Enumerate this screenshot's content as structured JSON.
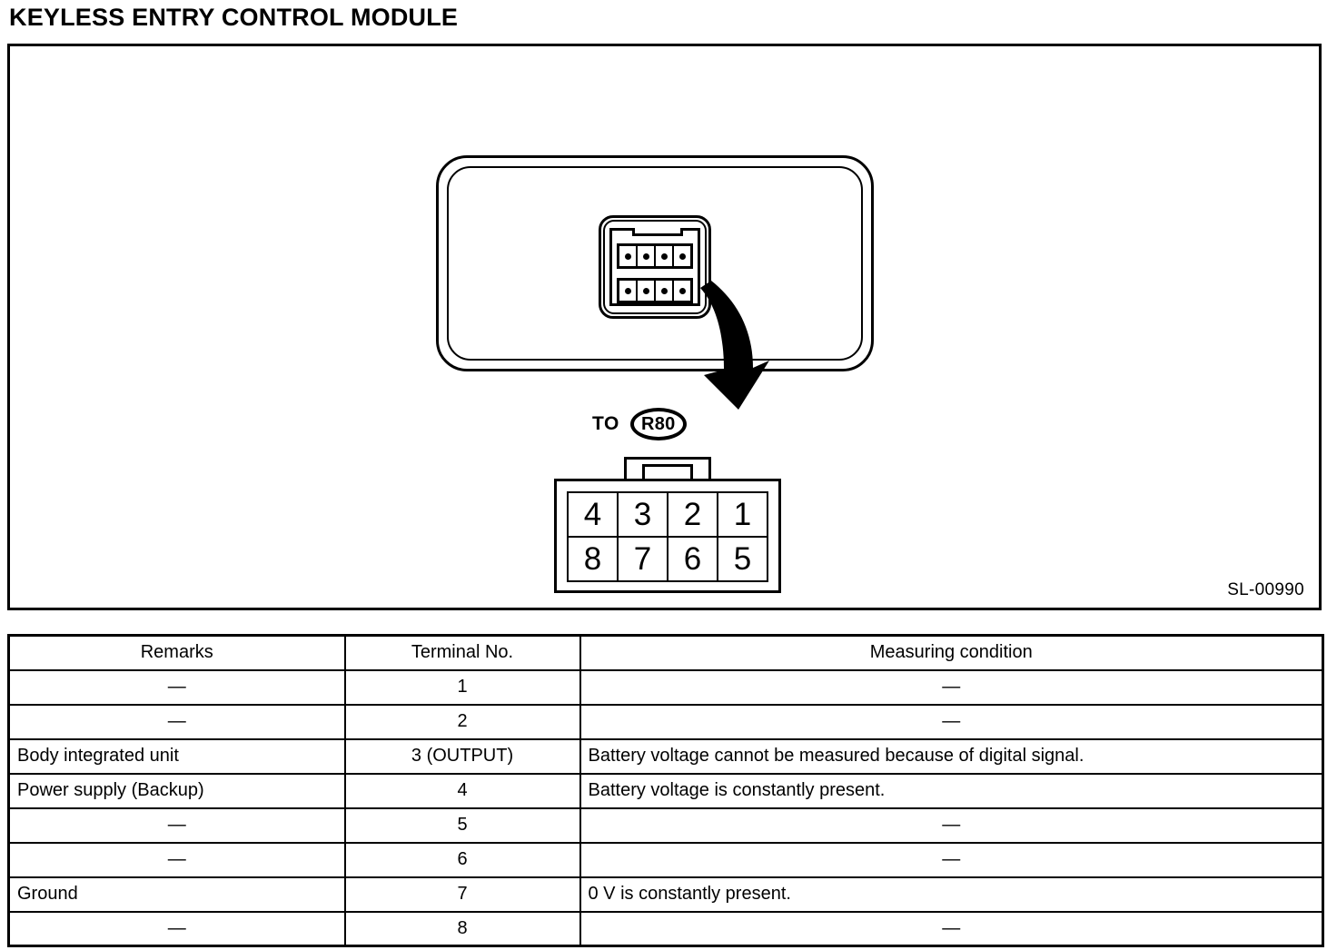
{
  "page": {
    "title": "KEYLESS ENTRY CONTROL MODULE",
    "figure_code": "SL-00990"
  },
  "figure": {
    "module": {
      "connector_pin_count": 8,
      "connector_rows": 2,
      "connector_columns": 4
    },
    "reference": {
      "to_word": "TO",
      "ref_code": "R80"
    },
    "pinout": {
      "rows": [
        [
          "4",
          "3",
          "2",
          "1"
        ],
        [
          "8",
          "7",
          "6",
          "5"
        ]
      ]
    }
  },
  "table": {
    "headers": {
      "remarks": "Remarks",
      "terminal_no": "Terminal No.",
      "measuring_condition": "Measuring condition"
    },
    "rows": [
      {
        "remarks": "—",
        "terminal": "1",
        "condition": "—",
        "remarks_align": "center",
        "condition_align": "center"
      },
      {
        "remarks": "—",
        "terminal": "2",
        "condition": "—",
        "remarks_align": "center",
        "condition_align": "center"
      },
      {
        "remarks": "Body integrated unit",
        "terminal": "3 (OUTPUT)",
        "condition": "Battery voltage cannot be measured because of digital signal.",
        "remarks_align": "left",
        "condition_align": "left"
      },
      {
        "remarks": "Power supply (Backup)",
        "terminal": "4",
        "condition": "Battery voltage is constantly present.",
        "remarks_align": "left",
        "condition_align": "left"
      },
      {
        "remarks": "—",
        "terminal": "5",
        "condition": "—",
        "remarks_align": "center",
        "condition_align": "center"
      },
      {
        "remarks": "—",
        "terminal": "6",
        "condition": "—",
        "remarks_align": "center",
        "condition_align": "center"
      },
      {
        "remarks": "Ground",
        "terminal": "7",
        "condition": "0 V is constantly present.",
        "remarks_align": "left",
        "condition_align": "left"
      },
      {
        "remarks": "—",
        "terminal": "8",
        "condition": "—",
        "remarks_align": "center",
        "condition_align": "center"
      }
    ]
  },
  "colors": {
    "ink": "#000000",
    "paper": "#ffffff"
  }
}
